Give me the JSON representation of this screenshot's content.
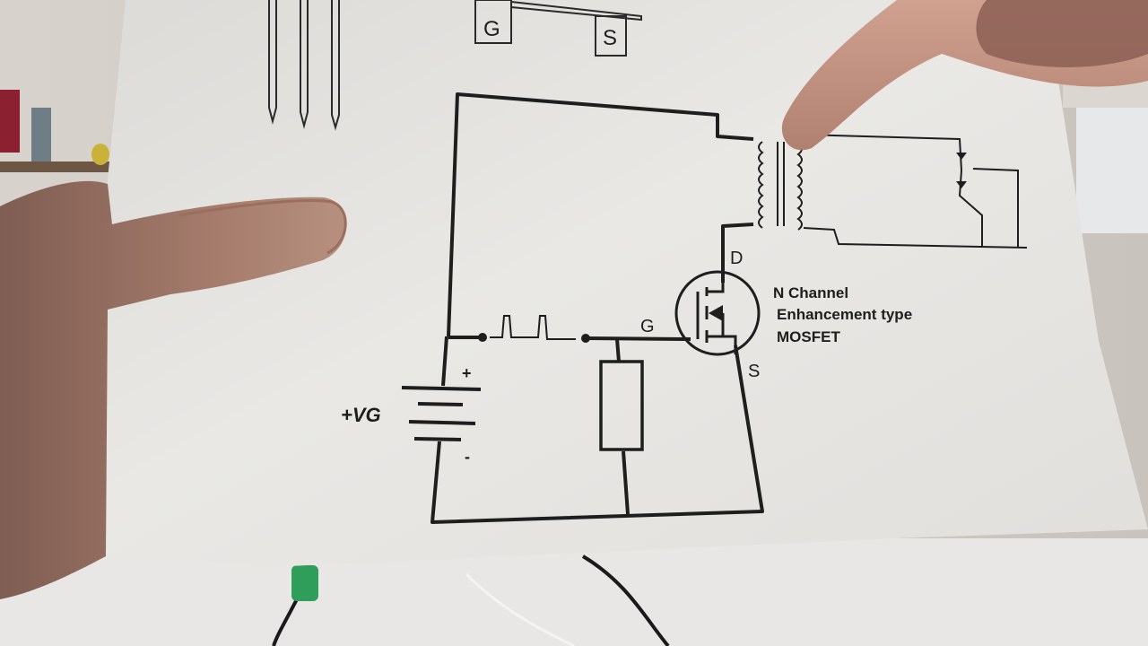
{
  "package": {
    "pin_gate": "G",
    "pin_source": "S"
  },
  "circuit": {
    "drain_label": "D",
    "gate_label": "G",
    "source_label": "S",
    "battery_label": "+VG",
    "battery_plus": "+",
    "battery_minus": "-"
  },
  "mosfet_caption": {
    "line1": "N Channel",
    "line2": "Enhancement type",
    "line3": "MOSFET"
  },
  "colors": {
    "paper": "#e8e7e4",
    "ink": "#1e1e1e",
    "skin": "#b98a78",
    "cloth": "#e9e7e6"
  }
}
